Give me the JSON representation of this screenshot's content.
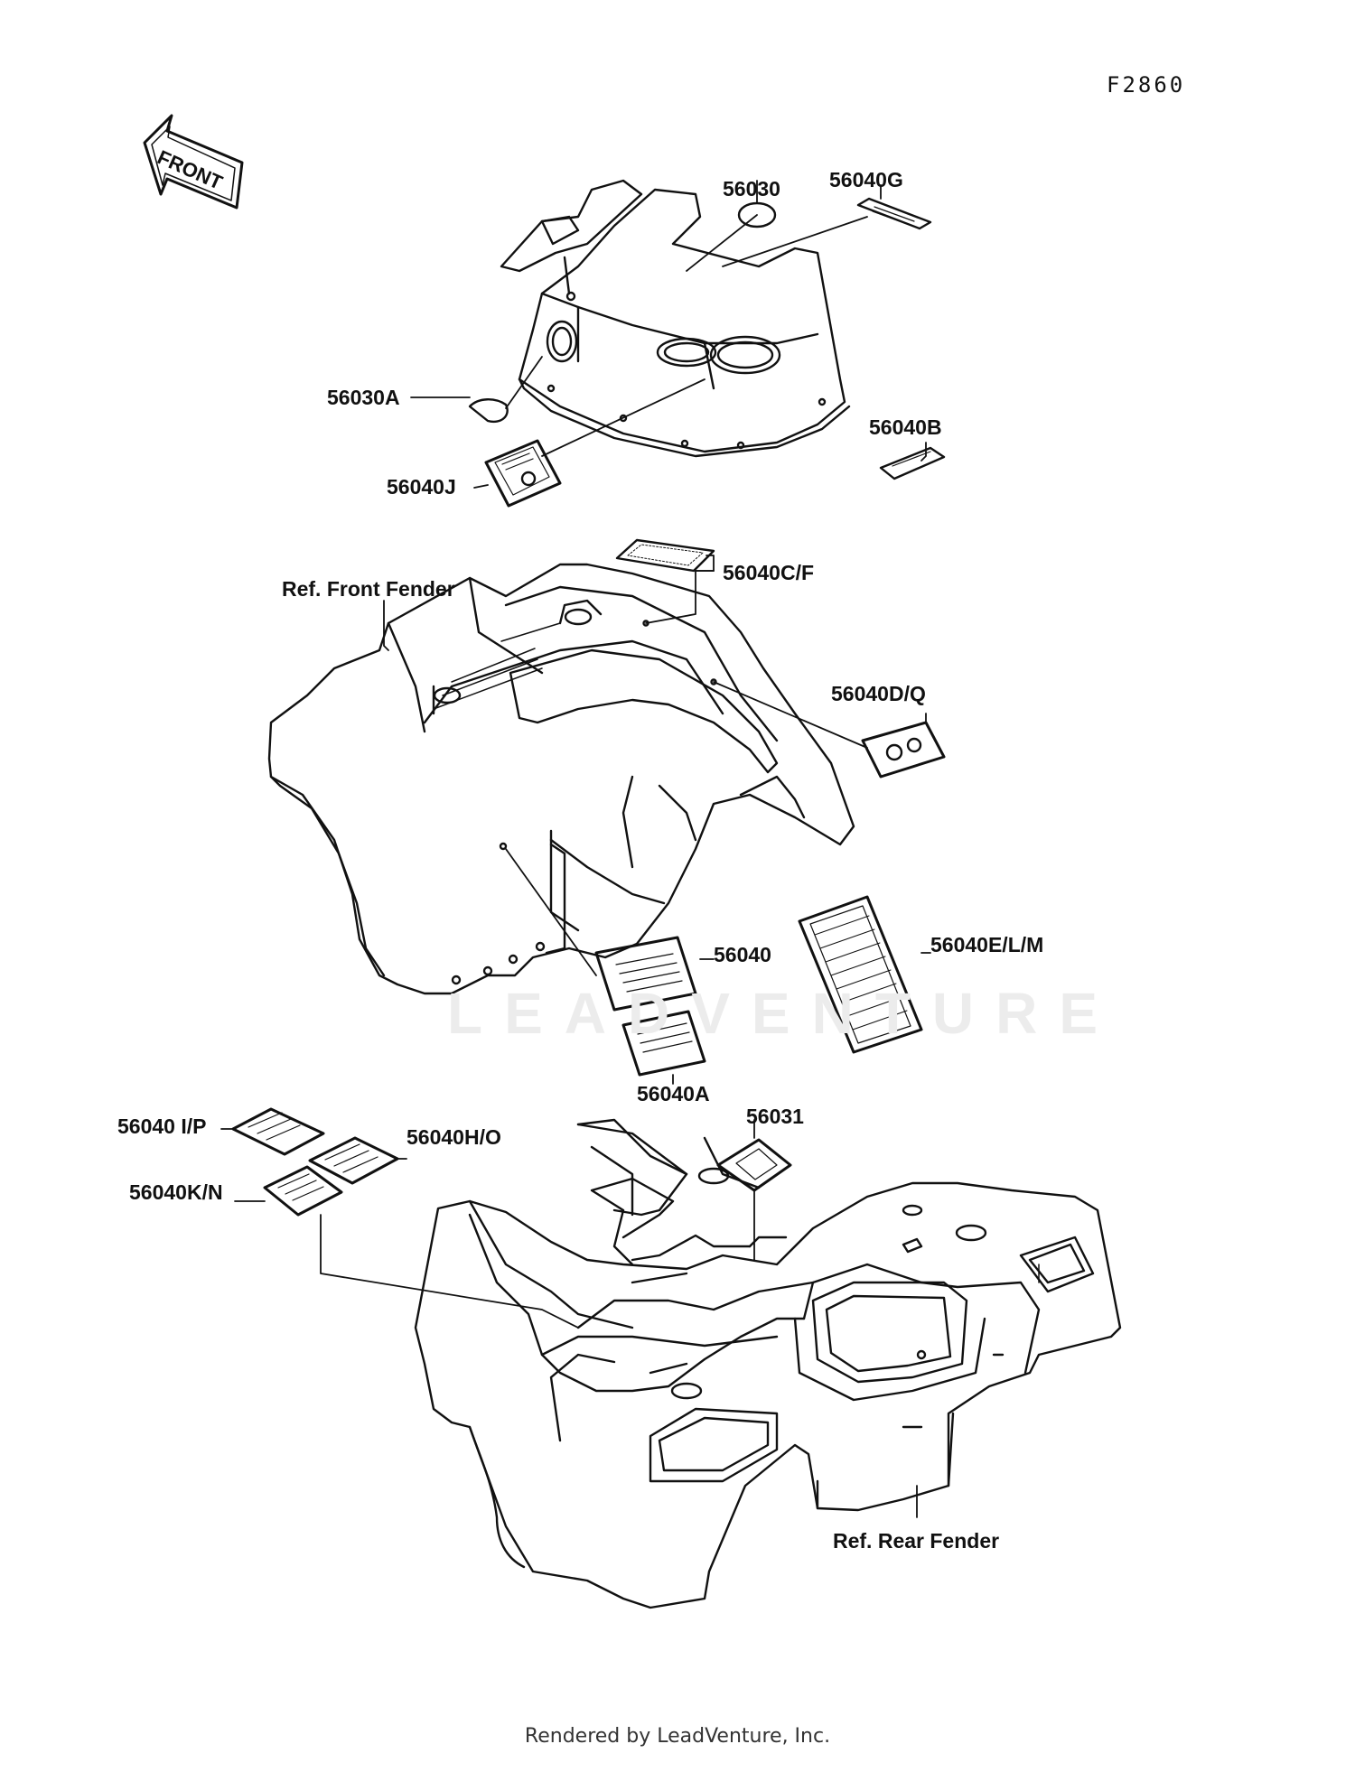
{
  "figure_id": "F2860",
  "front_arrow_label": "FRONT",
  "watermark": "LEADVENTURE",
  "footer": "Rendered by LeadVenture, Inc.",
  "callouts": {
    "c56030": "56030",
    "c56040G": "56040G",
    "c56030A": "56030A",
    "c56040B": "56040B",
    "c56040J": "56040J",
    "c56040CF": "56040C/F",
    "refFront": "Ref. Front Fender",
    "c56040DQ": "56040D/Q",
    "c56040": "56040",
    "c56040ELM": "56040E/L/M",
    "c56040A": "56040A",
    "c56040IP": "56040 I/P",
    "c56040HO": "56040H/O",
    "c56031": "56031",
    "c56040KN": "56040K/N",
    "refRear": "Ref. Rear Fender"
  }
}
